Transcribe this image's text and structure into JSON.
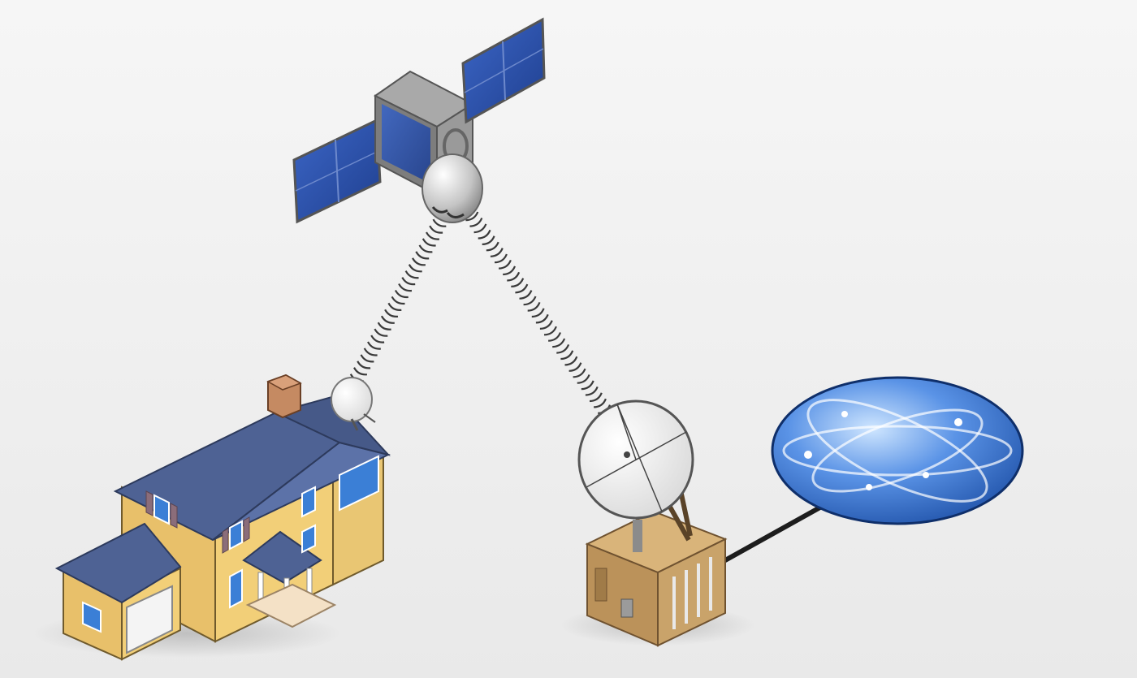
{
  "diagram": {
    "colors": {
      "background_top": "#f6f6f6",
      "background_bottom": "#e9e9e9",
      "solar_panel": "#1f3f8f",
      "solar_panel_light": "#3c66c6",
      "satellite_body": "#8e8e8e",
      "house_wall": "#f2cf78",
      "house_roof": "#4e6294",
      "house_window": "#3b7fd6",
      "house_shutter": "#8b6d7a",
      "station_box": "#c9a36a",
      "dish_white": "#f7f7f7",
      "globe_blue": "#2c68c9",
      "globe_highlight": "#cfe6ff",
      "link_wave": "#3a3a3a",
      "cable": "#1d1d1d"
    },
    "nodes": [
      {
        "key": "satellite",
        "icon": "satellite-icon"
      },
      {
        "key": "house",
        "icon": "house-icon"
      },
      {
        "key": "ground_station",
        "icon": "ground-station-icon"
      },
      {
        "key": "internet",
        "icon": "globe-icon"
      }
    ],
    "links": [
      {
        "from": "satellite",
        "to": "house",
        "style": "wireless"
      },
      {
        "from": "satellite",
        "to": "ground_station",
        "style": "wireless"
      },
      {
        "from": "ground_station",
        "to": "internet",
        "style": "wired"
      }
    ]
  }
}
